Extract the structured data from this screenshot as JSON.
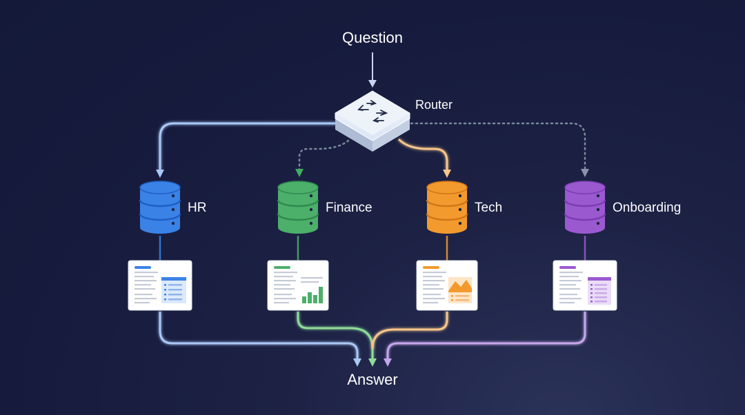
{
  "question": "Question",
  "router": "Router",
  "answer": "Answer",
  "sources": [
    {
      "id": "hr",
      "label": "HR",
      "color": "#3b82e6",
      "dark": "#1f5fc4",
      "route": "solid",
      "doc": "table"
    },
    {
      "id": "finance",
      "label": "Finance",
      "color": "#4caf6a",
      "dark": "#2f8a4c",
      "route": "dotted",
      "doc": "bars"
    },
    {
      "id": "tech",
      "label": "Tech",
      "color": "#f39a2e",
      "dark": "#d07616",
      "route": "solid",
      "doc": "image"
    },
    {
      "id": "onboarding",
      "label": "Onboarding",
      "color": "#9b59d0",
      "dark": "#7a3cb0",
      "route": "dotted",
      "doc": "list"
    }
  ],
  "colors": {
    "hr_path": "#a9c8f5",
    "finance_path": "#8fdc9a",
    "tech_path": "#f7c68a",
    "onboarding_path": "#c6a6ea",
    "dotted": "#7b8a9c"
  },
  "icons": {
    "router": "router-arrows-icon",
    "database": "database-icon",
    "document": "document-icon"
  }
}
